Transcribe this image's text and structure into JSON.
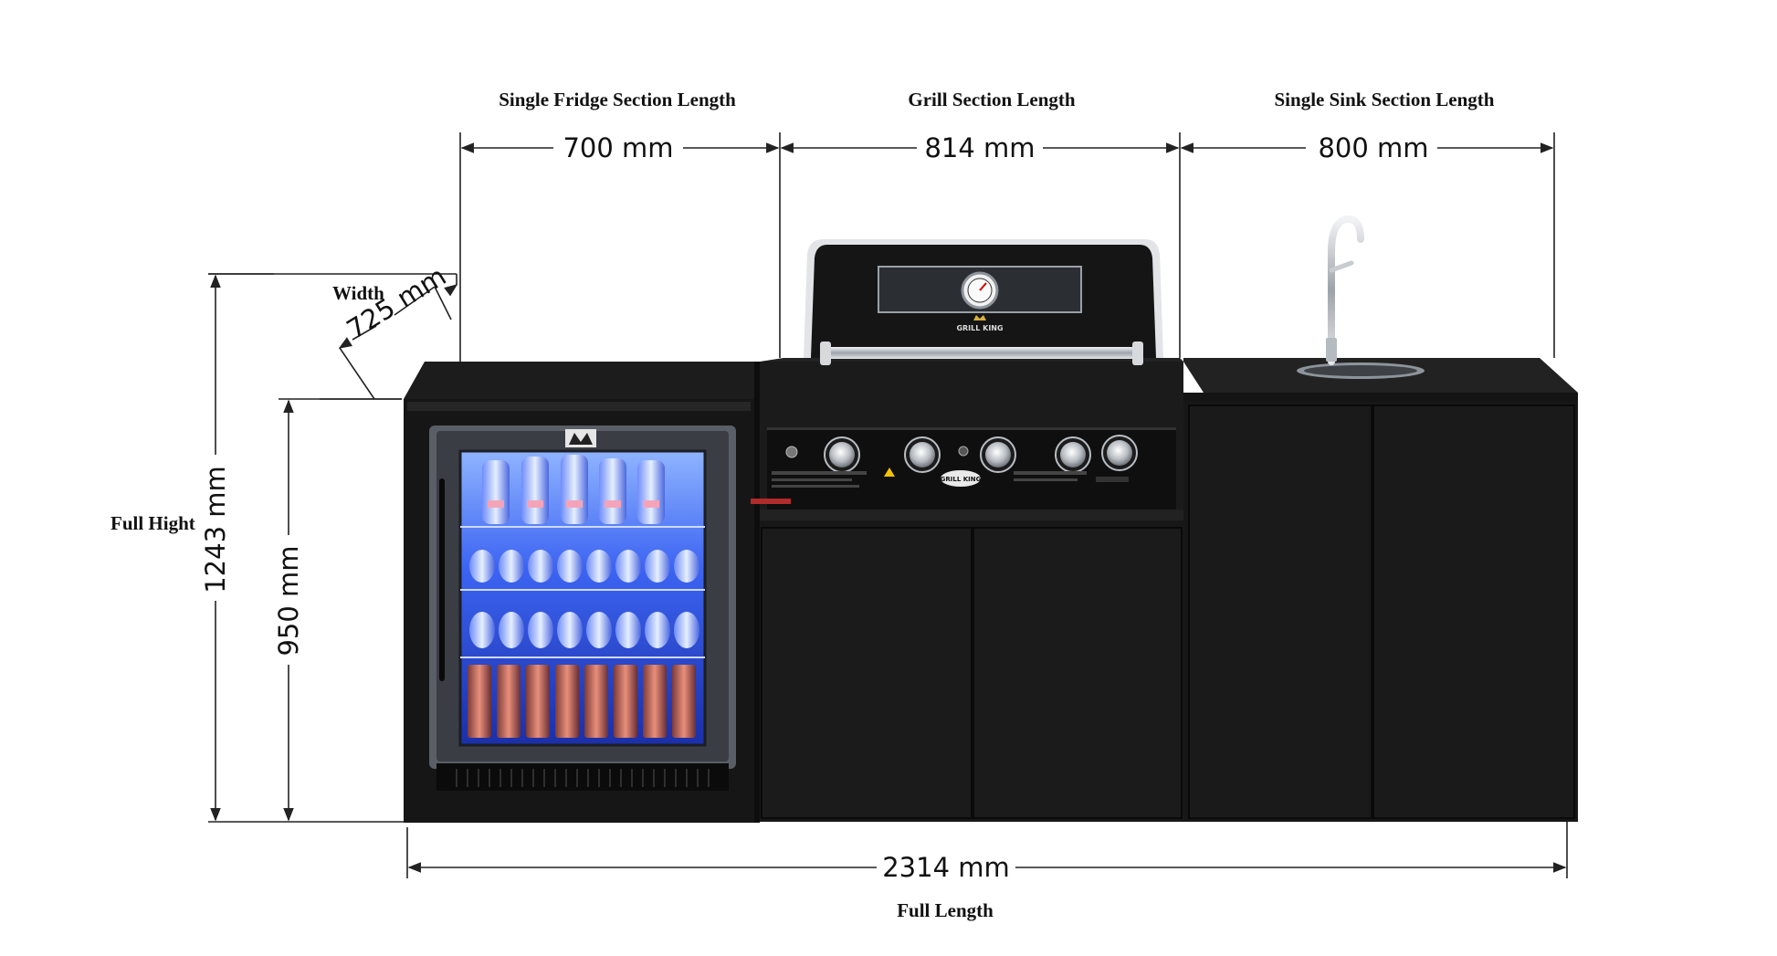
{
  "labels": {
    "fridge_section": "Single Fridge Section Length",
    "grill_section": "Grill Section Length",
    "sink_section": "Single Sink Section Length",
    "width": "Width",
    "full_height": "Full Hight",
    "full_length": "Full Length"
  },
  "dimensions": {
    "fridge_length": "700 mm",
    "grill_length": "814 mm",
    "sink_length": "800 mm",
    "width": "725 mm",
    "full_height": "1243 mm",
    "cabinet_height": "950 mm",
    "full_length": "2314 mm"
  },
  "grill": {
    "brand": "GRILL KING"
  },
  "colors": {
    "cabinet": "#1a1a1a",
    "cabinet_edge": "#0c0c0c",
    "fridge_glow": "#3a6cff",
    "steel": "#c8ccd0",
    "dimension_line": "#222222"
  }
}
